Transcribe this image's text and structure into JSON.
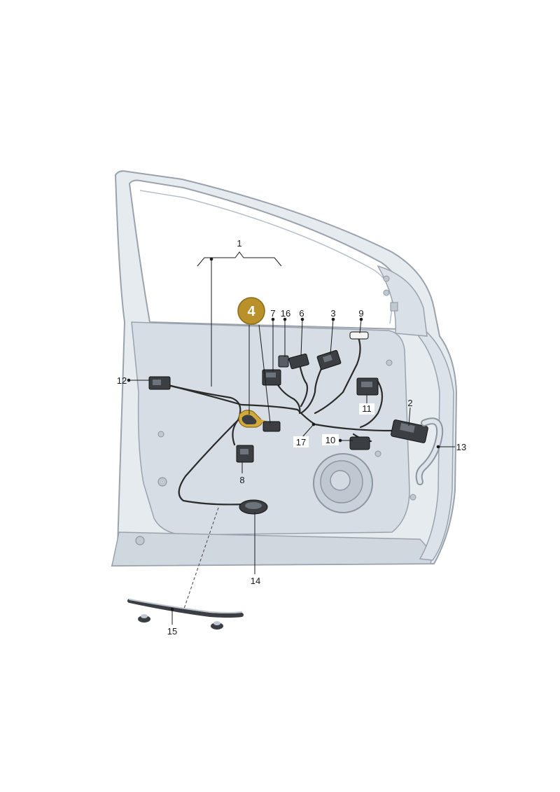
{
  "diagram": {
    "highlight_color": "#b8912b",
    "door_fill": "#e3e8ee",
    "door_stroke": "#9aa3ad",
    "highlighted_label": "4",
    "part_labels": {
      "p1": "1",
      "p2": "2",
      "p3": "3",
      "p6": "6",
      "p7": "7",
      "p8": "8",
      "p9": "9",
      "p10": "10",
      "p11": "11",
      "p12": "12",
      "p13": "13",
      "p14": "14",
      "p15": "15",
      "p16": "16",
      "p17": "17"
    }
  }
}
